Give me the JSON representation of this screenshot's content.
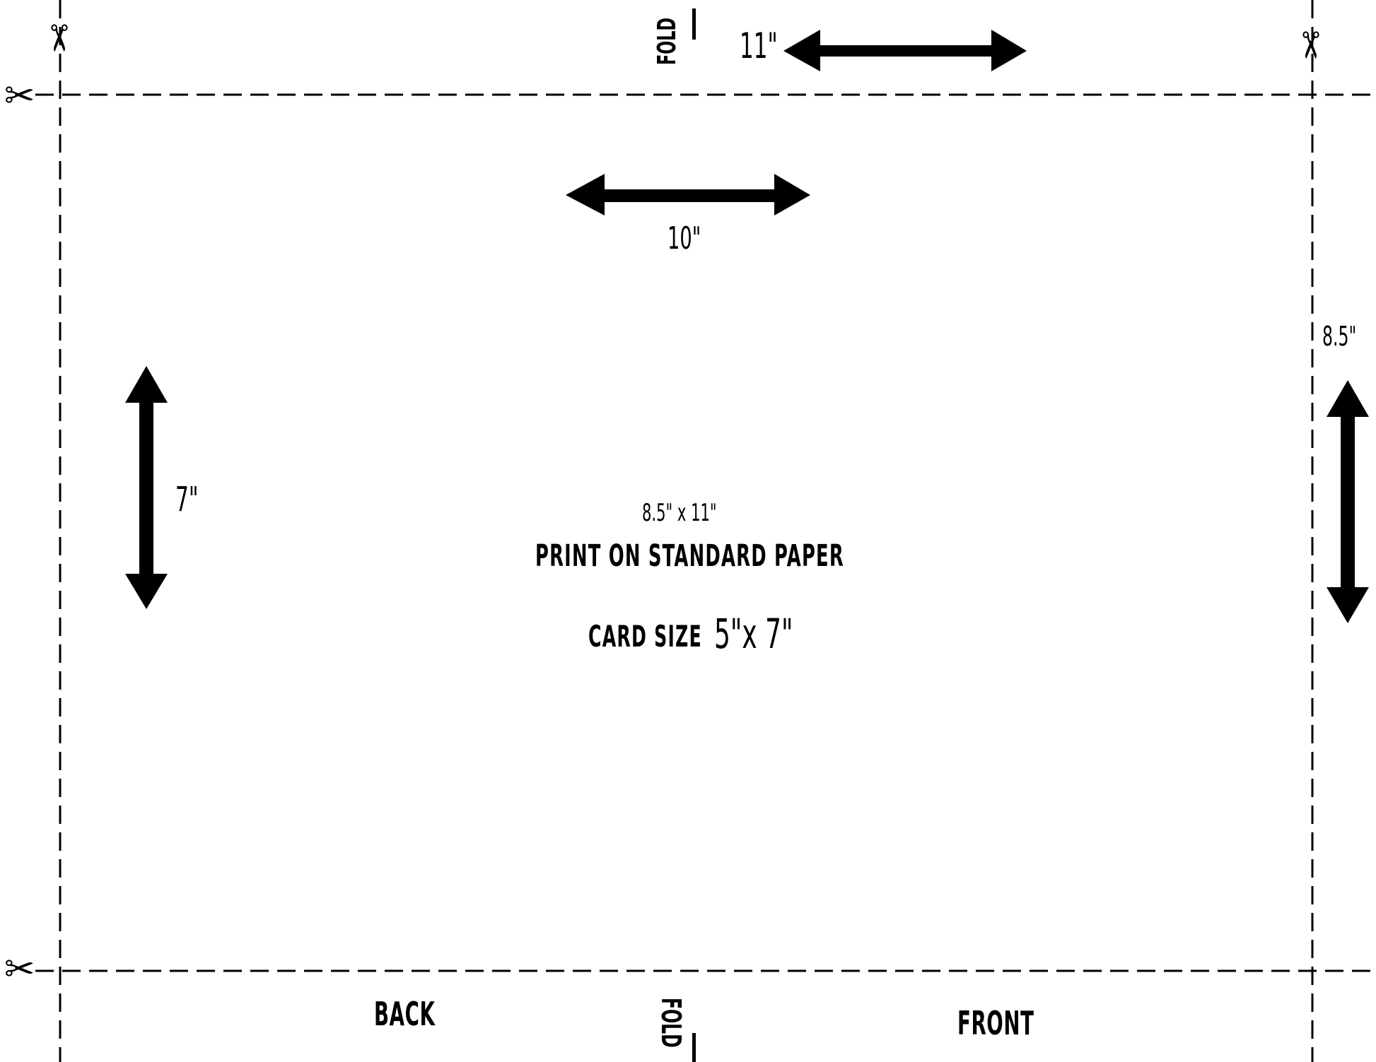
{
  "dimensions": {
    "paper_width": "11\"",
    "card_width": "10\"",
    "card_height": "7\"",
    "paper_height": "8.5\""
  },
  "center": {
    "sheet_size": "8.5\" x 11\"",
    "instruction": "PRINT ON STANDARD PAPER",
    "card_size_label": "CARD SIZE",
    "card_size_value": "5\"x 7\""
  },
  "panels": {
    "back": "BACK",
    "front": "FRONT"
  },
  "fold": {
    "top": "FOLD",
    "bottom": "FOLD"
  },
  "icons": {
    "scissors": "scissors-icon",
    "arrow": "double-arrow-icon",
    "cut_line": "dashed-cut-line"
  },
  "colors": {
    "ink": "#000000",
    "paper": "#ffffff"
  }
}
